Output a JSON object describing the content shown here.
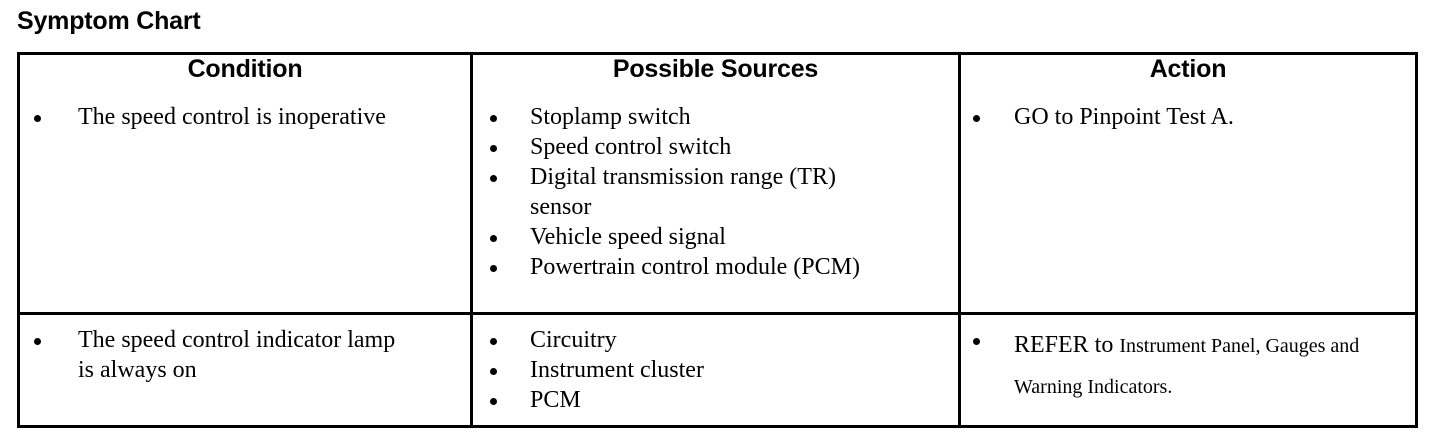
{
  "page": {
    "title": "Symptom Chart"
  },
  "table": {
    "headers": {
      "condition": "Condition",
      "possible_sources": "Possible Sources",
      "action": "Action"
    },
    "rows": [
      {
        "condition": [
          "The speed control is inoperative"
        ],
        "possible_sources": [
          "Stoplamp switch",
          "Speed control switch",
          "Digital transmission range (TR) sensor",
          "Vehicle speed signal",
          "Powertrain control module (PCM)"
        ],
        "action": [
          {
            "lead": "GO to Pinpoint Test A.",
            "reference": ""
          }
        ]
      },
      {
        "condition": [
          "The speed control indicator lamp is always on"
        ],
        "possible_sources": [
          "Circuitry",
          "Instrument cluster",
          "PCM"
        ],
        "action": [
          {
            "lead": "REFER to ",
            "reference": "Instrument Panel, Gauges and Warning Indicators."
          }
        ]
      }
    ]
  },
  "colors": {
    "rule": "#000000",
    "text": "#000000",
    "background": "#ffffff"
  }
}
